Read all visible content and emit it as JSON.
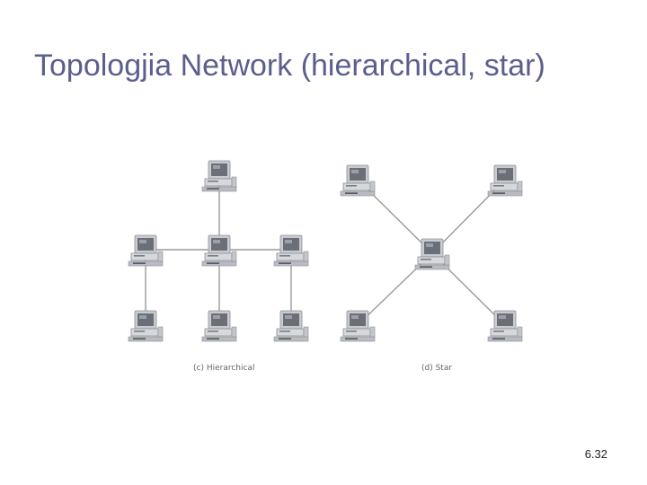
{
  "slide": {
    "title": "Topologjia Network (hierarchical, star)",
    "page_number": "6.32"
  },
  "diagram": {
    "hierarchical": {
      "caption": "(c) Hierarchical",
      "nodes": [
        "root",
        "mid-left",
        "mid-center",
        "mid-right",
        "leaf-left",
        "leaf-center",
        "leaf-right"
      ],
      "links": [
        [
          "root",
          "mid-center"
        ],
        [
          "mid-left",
          "mid-center"
        ],
        [
          "mid-center",
          "mid-right"
        ],
        [
          "mid-left",
          "leaf-left"
        ],
        [
          "mid-center",
          "leaf-center"
        ],
        [
          "mid-right",
          "leaf-right"
        ]
      ]
    },
    "star": {
      "caption": "(d) Star",
      "nodes": [
        "hub",
        "top-left",
        "top-right",
        "bottom-left",
        "bottom-right"
      ],
      "links": [
        [
          "hub",
          "top-left"
        ],
        [
          "hub",
          "top-right"
        ],
        [
          "hub",
          "bottom-left"
        ],
        [
          "hub",
          "bottom-right"
        ]
      ]
    },
    "colors": {
      "link": "#9a9a9a",
      "monitor": "#c9cbd0",
      "screen": "#6b7078",
      "case": "#d6d8dc"
    },
    "icon": "computer-workstation-icon"
  }
}
